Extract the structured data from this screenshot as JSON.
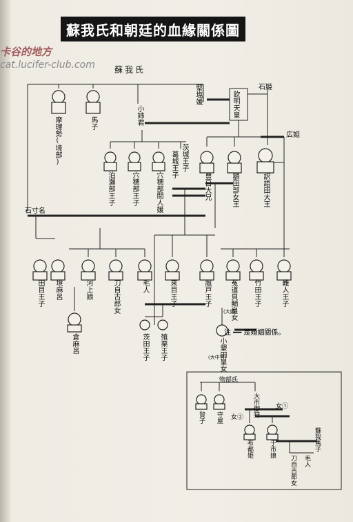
{
  "title": "蘇我氏和朝廷的血緣關係圖",
  "watermark": {
    "line1": "卡谷的地方",
    "line2": "cat.lucifer-club.com"
  },
  "main_tree": {
    "clan_label": "蘇我氏",
    "labels": {
      "ishihime": "石姫",
      "kitashihime": "堅塩媛",
      "kinmei": "欽明天皇",
      "oanegimi": "小姉君",
      "marise": "摩理勢(境部)",
      "umako": "馬子",
      "hirohime": "広姫",
      "ishikina": "石寸名",
      "hatsusebe": "泊瀬部王子",
      "anahobe": "穴穂部王子",
      "anahobe_hashihito": "穴穂部間人媛",
      "katsuragi": "葛城王子",
      "ubaraki": "茨城王子",
      "toyohi": "豊日大兄",
      "nukatabe": "額田部女王",
      "osada": "訳語田大王",
      "tame": "田目王子",
      "sakaibe_mare": "境麻呂",
      "kawakami": "河上娘",
      "tojiko": "刀自古郎女",
      "emishi": "毛人",
      "kume": "来目王子",
      "umayado": "厩戸王子",
      "uji_no_shitsukai": "菟道貝鮹皇女",
      "takeda": "竹田王子",
      "naniwa": "難人王子",
      "kurakamaro": "倉麻呂",
      "mamuta": "茨田王子",
      "ekuri": "殖栗王子",
      "owarida": "小墾田皇女",
      "daihime": "(大姫)",
      "daichugu": "(大中宮)"
    },
    "note": "注 ━━ 是婚姻關係。"
  },
  "inset": {
    "labels": {
      "mononobe": "物部氏",
      "nieko": "贄子",
      "moriya": "守屋",
      "onna2": "女②",
      "ichihi": "大市御狩",
      "onna1": "女①",
      "sogaumako": "蘇我馬子",
      "futohime": "布都姫",
      "kashiko": "于市娘",
      "emishi": "毛人",
      "tojiko": "刀自古郎女"
    }
  }
}
